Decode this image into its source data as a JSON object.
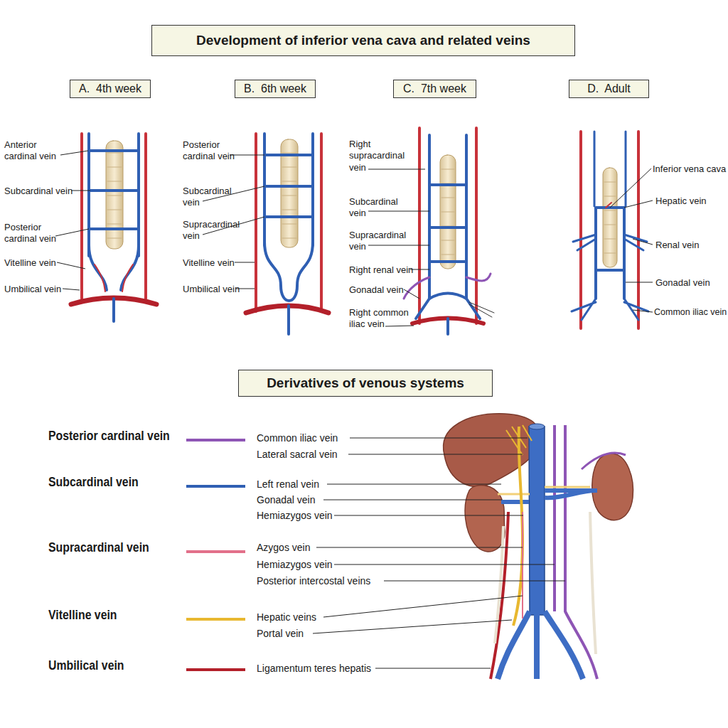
{
  "diagram": {
    "title": "Development of inferior vena cava and related veins",
    "nodes": [
      {
        "text": [
          "A.  4th week"
        ]
      },
      {
        "text": [
          "B.  6th week"
        ]
      },
      {
        "text": [
          "C.  7th week"
        ]
      },
      {
        "text": [
          "D.  Adult"
        ]
      },
      {
        "text": [
          "Derivatives of venous systems"
        ]
      }
    ],
    "labels": [
      "Anterior cardinal vein",
      "Subcardinal vein",
      "Posterior cardinal vein",
      "Vitelline vein",
      "Umbilical vein",
      "Posterior cardinal vein",
      "Subcardinal vein",
      "Supracardinal vein",
      "Vitelline vein",
      "Umbilical vein",
      "Right supracardinal vein",
      "Subcardinal vein",
      "Supracardinal vein",
      "Right renal vein",
      "Gonadal vein",
      "Right common iliac vein",
      "Inferior vena cava",
      "Hepatic vein",
      "Renal vein",
      "Gonadal vein",
      "Common iliac vein",
      "Common iliac vein",
      "Lateral sacral vein",
      "Left renal vein",
      "Gonadal vein",
      "Hemiazygos vein",
      "Azygos vein",
      "Hemiazygos vein",
      "Posterior intercostal veins",
      "Hepatic veins",
      "Portal vein",
      "Ligamentum teres hepatis"
    ],
    "legend": [
      {
        "text": "Posterior cardinal vein",
        "color": "#8e55b5"
      },
      {
        "text": "Subcardinal vein",
        "color": "#2f5fb3"
      },
      {
        "text": "Supracardinal vein",
        "color": "#e2708a"
      },
      {
        "text": "Vitelline vein",
        "color": "#e8b830"
      },
      {
        "text": "Umbilical vein",
        "color": "#b3202a"
      }
    ]
  }
}
